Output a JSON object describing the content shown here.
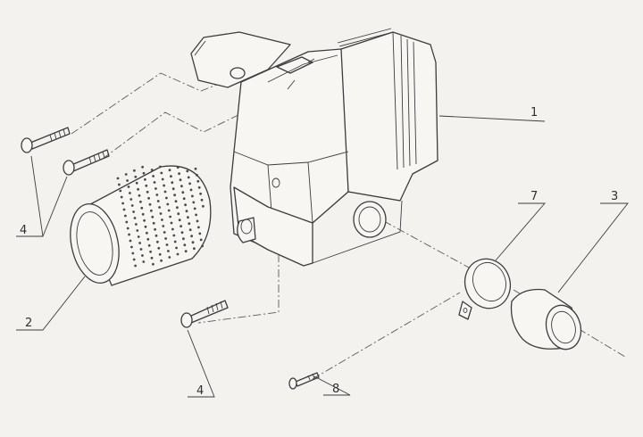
{
  "callouts": [
    {
      "id": "air-filter-housing",
      "label": "1"
    },
    {
      "id": "filter-element",
      "label": "2"
    },
    {
      "id": "intake-sleeve",
      "label": "3"
    },
    {
      "id": "screw-upper",
      "label": "4"
    },
    {
      "id": "screw-lower",
      "label": "4"
    },
    {
      "id": "hose-clamp",
      "label": "7"
    },
    {
      "id": "clamp-screw",
      "label": "8"
    }
  ]
}
